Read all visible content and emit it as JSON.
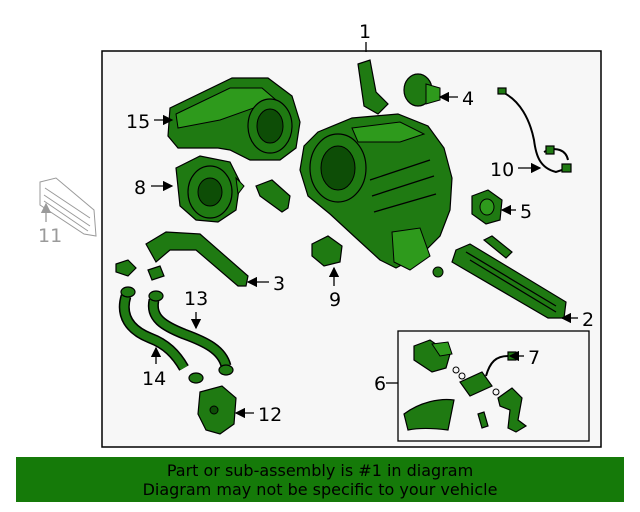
{
  "callouts": {
    "c1": "1",
    "c2": "2",
    "c3": "3",
    "c4": "4",
    "c5": "5",
    "c6": "6",
    "c7": "7",
    "c8": "8",
    "c9": "9",
    "c10": "10",
    "c11": "11",
    "c12": "12",
    "c13": "13",
    "c14": "14",
    "c15": "15"
  },
  "banner": {
    "line1": "Part or sub-assembly is #1 in diagram",
    "line2": "Diagram may not be specific to your vehicle"
  },
  "colors": {
    "part": "#1f7a12",
    "banner": "#157a09",
    "inactive": "#9a9a9a"
  }
}
